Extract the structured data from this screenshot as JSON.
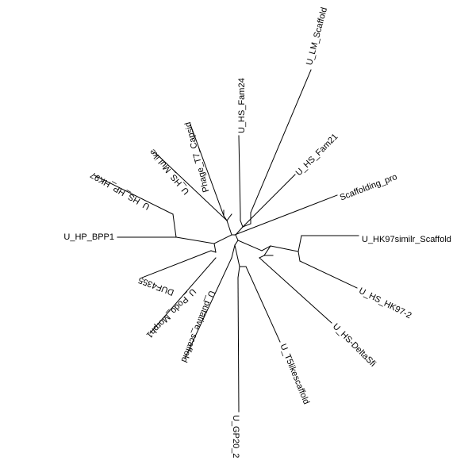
{
  "tree": {
    "type": "radial-tree",
    "leaves": [
      {
        "id": "lm",
        "label": "U_LM_Scaffold"
      },
      {
        "id": "fam24",
        "label": "U_HS_Fam24"
      },
      {
        "id": "t7",
        "label": "Phage_T7_Capsid"
      },
      {
        "id": "mulike",
        "label": "U_HS_MuLike"
      },
      {
        "id": "hk97",
        "label": "U_HS_HP_HK97"
      },
      {
        "id": "bpp1",
        "label": "U_HP_BPP1"
      },
      {
        "id": "duf",
        "label": "DUF4355"
      },
      {
        "id": "podo",
        "label": "U_Podo_Morph1"
      },
      {
        "id": "putative",
        "label": "U_putative_scaffold"
      },
      {
        "id": "gp20",
        "label": "U_GP20_2"
      },
      {
        "id": "t5",
        "label": "U_T5likescaffold"
      },
      {
        "id": "delta",
        "label": "U_HS-DeltaSfi"
      },
      {
        "id": "hk972",
        "label": "U_HS_HK97-2"
      },
      {
        "id": "hk97sim",
        "label": "U_HK97similr_Scaffold"
      },
      {
        "id": "scaf",
        "label": "Scaffolding_pro"
      },
      {
        "id": "fam21",
        "label": "U_HS_Fam21"
      }
    ]
  }
}
